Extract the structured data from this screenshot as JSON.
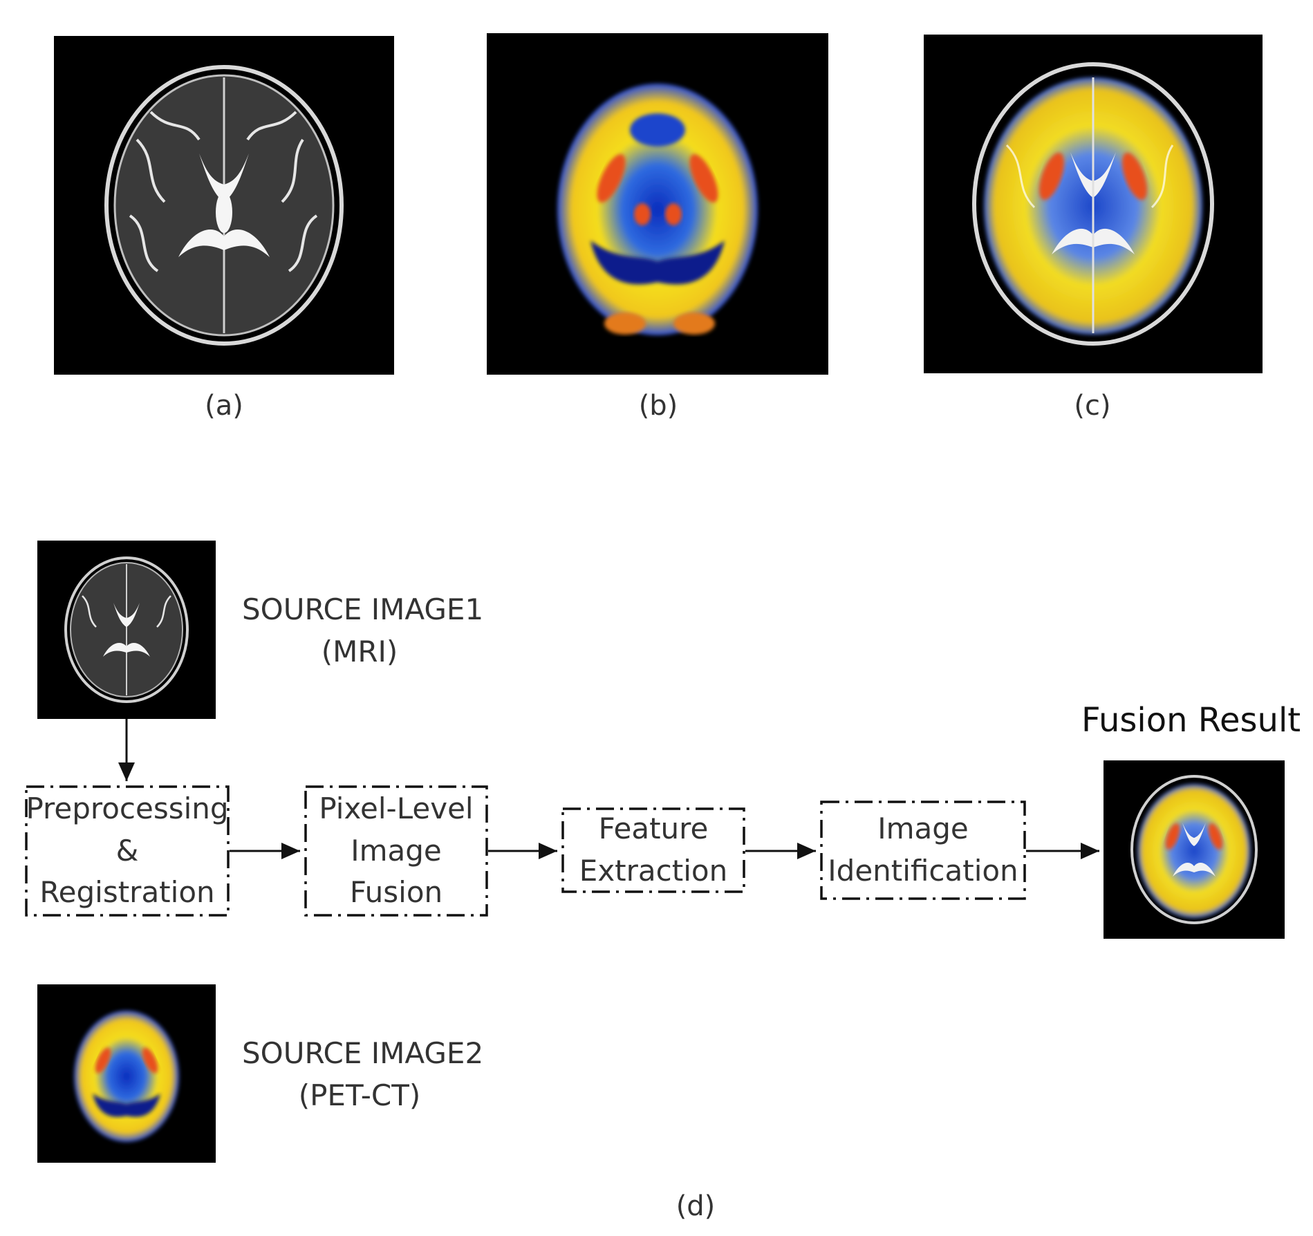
{
  "figure": {
    "panels": [
      {
        "id": "a",
        "caption": "(a)"
      },
      {
        "id": "b",
        "caption": "(b)"
      },
      {
        "id": "c",
        "caption": "(c)"
      }
    ],
    "pipeline": {
      "source1": {
        "line1": "SOURCE IMAGE1",
        "line2": "(MRI)"
      },
      "source2": {
        "line1": "SOURCE IMAGE2",
        "line2": "(PET-CT)"
      },
      "stages": [
        {
          "lines": [
            "Preprocessing",
            "&",
            "Registration"
          ]
        },
        {
          "lines": [
            "Pixel-Level",
            "Image",
            "Fusion"
          ]
        },
        {
          "lines": [
            "Feature",
            "Extraction"
          ]
        },
        {
          "lines": [
            "Image",
            "Identification"
          ]
        }
      ],
      "result_title": "Fusion Result",
      "caption": "(d)"
    }
  },
  "colors": {
    "background": "#ffffff",
    "image_background": "#000000",
    "text": "#333333",
    "pet_high": "#e8501a",
    "pet_mid": "#f2e21e",
    "pet_low": "#0a1ea8"
  }
}
